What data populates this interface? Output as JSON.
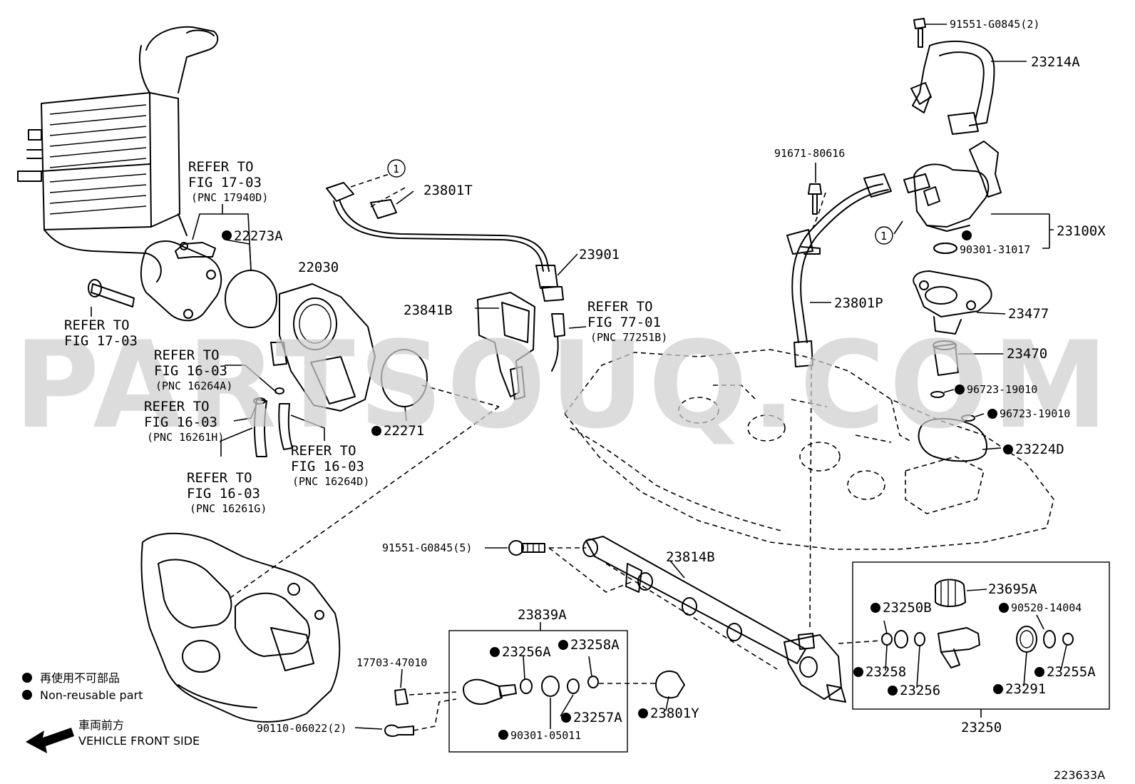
{
  "watermark": "PARTSOUQ.COM",
  "diagram_code": "223633A",
  "legend": {
    "jp": "再使用不可部品",
    "en": "Non-reusable part",
    "front_jp": "車両前方",
    "front_en": "VEHICLE FRONT SIDE"
  },
  "refs": {
    "r1703a": [
      "REFER TO",
      "FIG 17-03",
      "(PNC 17940D)"
    ],
    "r1703b": [
      "REFER TO",
      "FIG 17-03"
    ],
    "r1603a": [
      "REFER TO",
      "FIG 16-03",
      "(PNC 16264A)"
    ],
    "r1603b": [
      "REFER TO",
      "FIG 16-03",
      "(PNC 16261H)"
    ],
    "r1603c": [
      "REFER TO",
      "FIG 16-03",
      "(PNC 16261G)"
    ],
    "r1603d": [
      "REFER TO",
      "FIG 16-03",
      "(PNC 16264D)"
    ],
    "r7701": [
      "REFER TO",
      "FIG 77-01",
      "(PNC 77251B)"
    ]
  },
  "parts": {
    "p22273A": "22273A",
    "p22030": "22030",
    "p22271": "22271",
    "p23801T": "23801T",
    "p23901": "23901",
    "p23841B": "23841B",
    "p91671": "91671-80616",
    "p23801P": "23801P",
    "p91551a": "91551-G0845(2)",
    "p23214A": "23214A",
    "p23100X": "23100X",
    "p90301_31017": "90301-31017",
    "p23477": "23477",
    "p23470": "23470",
    "p96723a": "96723-19010",
    "p96723b": "96723-19010",
    "p23224D": "23224D",
    "p91551b": "91551-G0845(5)",
    "p23814B": "23814B",
    "p23839A": "23839A",
    "p23256A": "23256A",
    "p23258A": "23258A",
    "p17703": "17703-47010",
    "p23257A": "23257A",
    "p90301_05011": "90301-05011",
    "p90110": "90110-06022(2)",
    "p23801Y": "23801Y",
    "p23695A": "23695A",
    "p23250B": "23250B",
    "p90520": "90520-14004",
    "p23258": "23258",
    "p23255A": "23255A",
    "p23256": "23256",
    "p23291": "23291",
    "p23250": "23250"
  },
  "circle_mark": "1"
}
